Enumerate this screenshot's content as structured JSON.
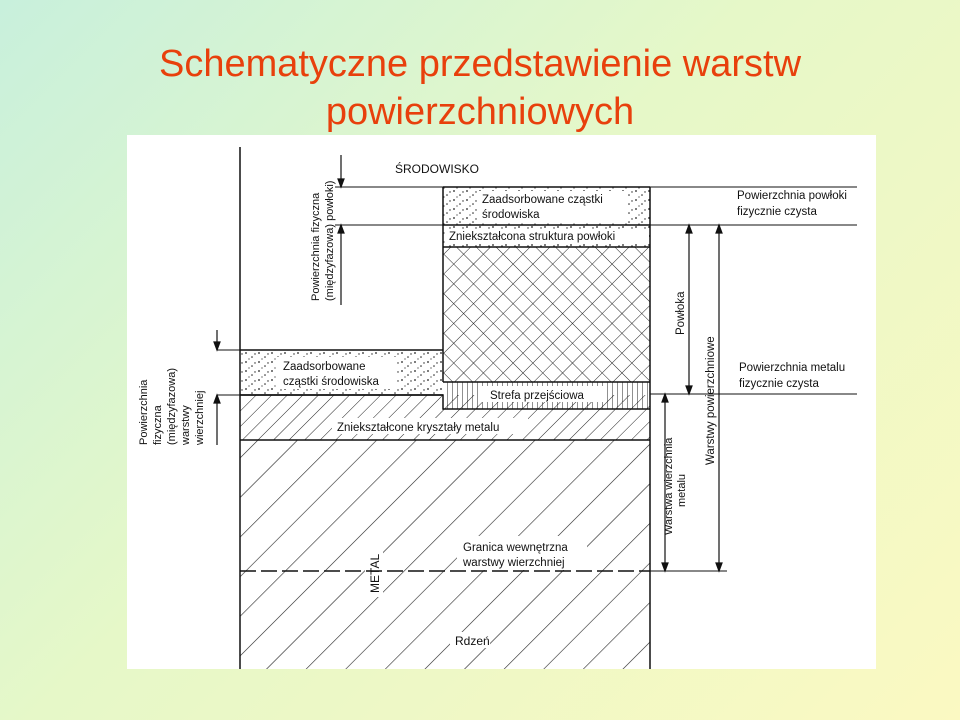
{
  "title": {
    "line1": "Schematyczne przedstawienie warstw",
    "line2": "powierzchniowych"
  },
  "diagram": {
    "environment": "ŚRODOWISKO",
    "coating_adsorbed_1": "Zaadsorbowane cząstki",
    "coating_adsorbed_2": "środowiska",
    "coating_deformed": "Zniekształcona struktura powłoki",
    "metal_adsorbed_1": "Zaadsorbowane",
    "metal_adsorbed_2": "cząstki środowiska",
    "transition_zone": "Strefa przejściowa",
    "deformed_crystals": "Zniekształcone kryształy metalu",
    "inner_boundary_1": "Granica wewnętrzna",
    "inner_boundary_2": "warstwy wierzchniej",
    "core": "Rdzeń",
    "metal": "METAL",
    "coating_interface_1": "Powierzchnia fizyczna",
    "coating_interface_2": "(międzyfazowa) powłoki)",
    "metal_interface_1": "Powierzchnia",
    "metal_interface_2": "fizyczna",
    "metal_interface_3": "(międzyfazowa)",
    "metal_interface_4": "warstwy",
    "metal_interface_5": "wierzchniej",
    "coating_clean_1": "Powierzchnia powłoki",
    "coating_clean_2": "fizycznie czysta",
    "metal_clean_1": "Powierzchnia metalu",
    "metal_clean_2": "fizycznie czysta",
    "coating": "Powłoka",
    "surface_layers": "Warstwy powierzchniowe",
    "metal_surface_layer_1": "Warstwa wierzchnia",
    "metal_surface_layer_2": "metalu"
  }
}
